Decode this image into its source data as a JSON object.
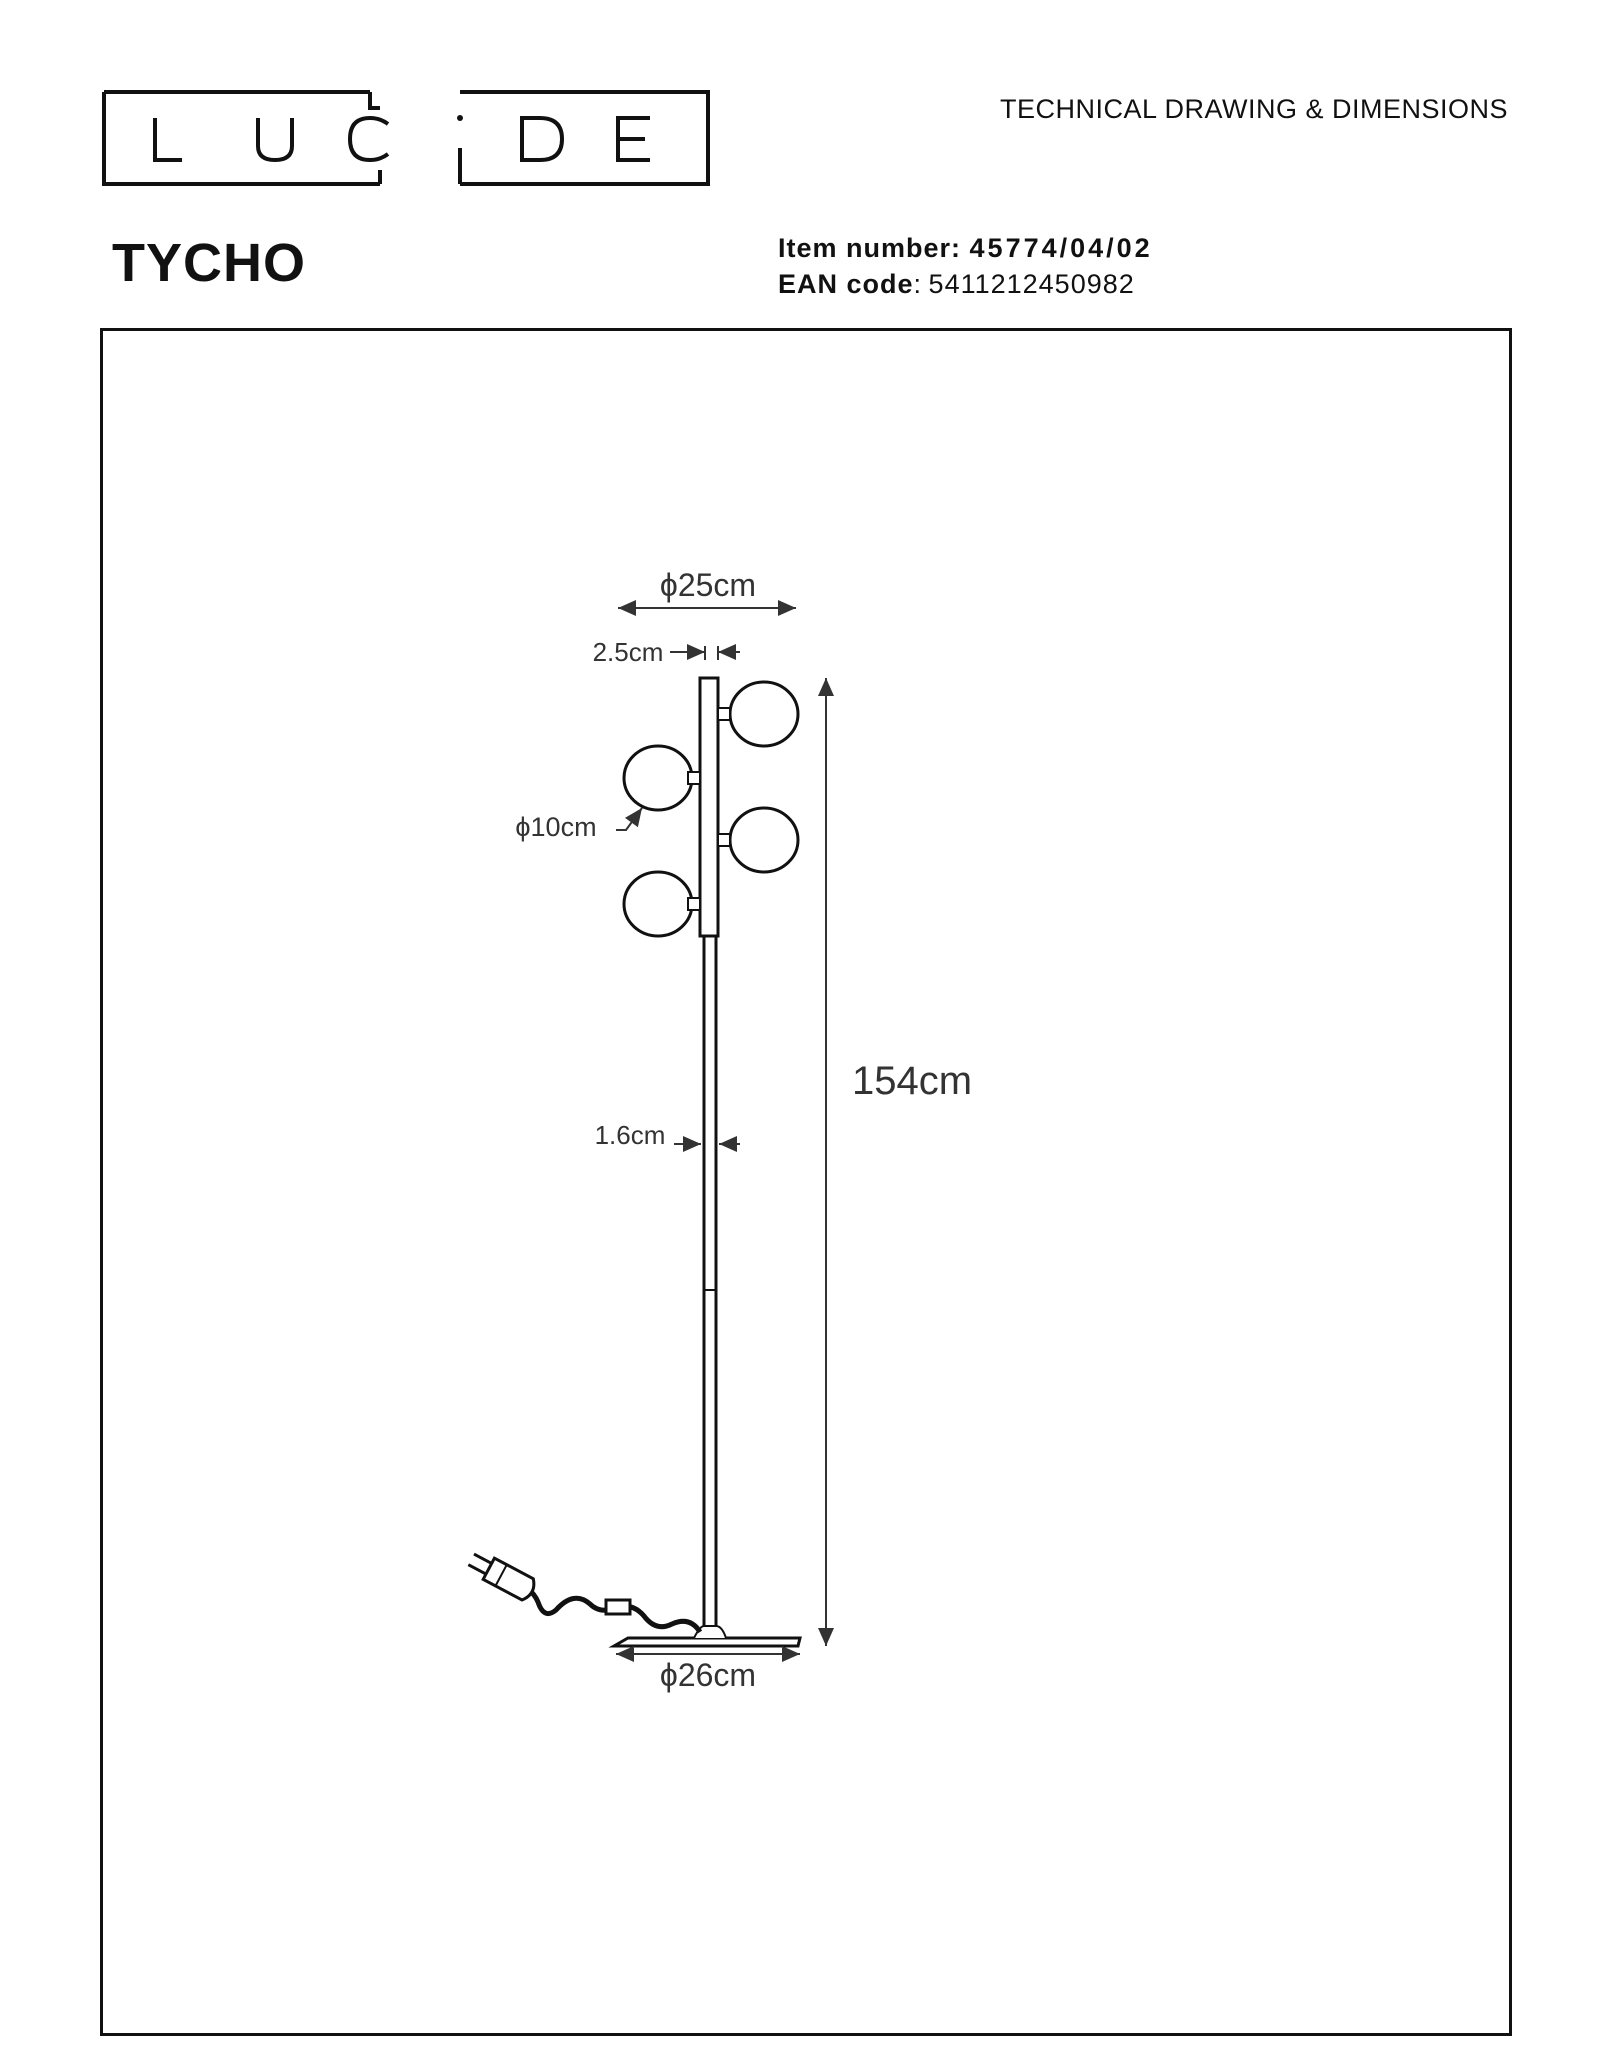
{
  "brand": {
    "logo_text": "LUCIDE"
  },
  "header": {
    "document_type": "TECHNICAL DRAWING & DIMENSIONS"
  },
  "product": {
    "name": "TYCHO",
    "item_number_label": "Item number",
    "item_number": "45774/04/02",
    "ean_label": "EAN code",
    "ean": "5411212450982"
  },
  "dimensions": {
    "head_diameter": "ϕ25cm",
    "head_bar_width": "2.5cm",
    "globe_diameter": "ϕ10cm",
    "total_height": "154cm",
    "stem_width": "1.6cm",
    "base_diameter": "ϕ26cm"
  },
  "colors": {
    "ink": "#111111",
    "dimension_ink": "#333333",
    "background": "#ffffff"
  }
}
